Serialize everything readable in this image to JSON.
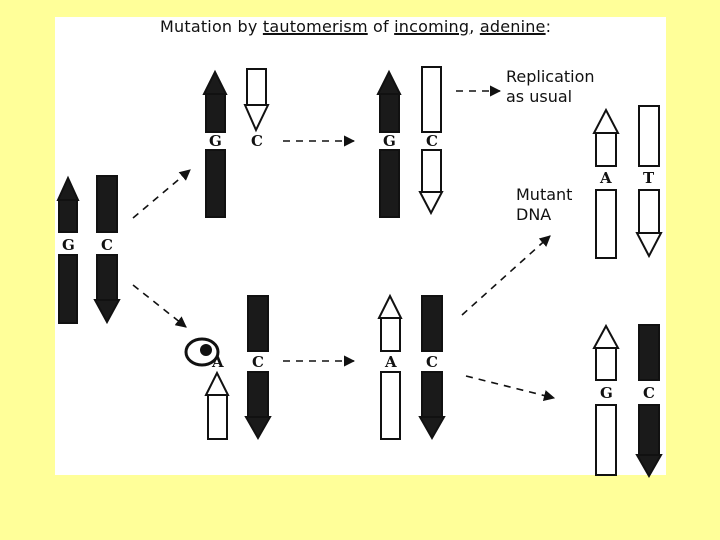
{
  "title": {
    "prefix": "Mutation by ",
    "word1": "tautomerism",
    "mid": " of ",
    "word2": "incoming",
    "word3": "adenine"
  },
  "notes": {
    "replication_line1": "Replication",
    "replication_line2": "as usual",
    "mutant_line1": "Mutant",
    "mutant_line2": "DNA"
  },
  "bases": {
    "parent_left": "G",
    "parent_right": "C",
    "top1_left": "G",
    "top1_right": "C",
    "top2_left": "G",
    "top2_right": "C",
    "bot1_left": "A",
    "bot1_right": "C",
    "bot2_left": "A",
    "bot2_right": "C",
    "mutant_left": "A",
    "mutant_right": "T",
    "final_left": "G",
    "final_right": "C"
  },
  "colors": {
    "background": "#ffff99",
    "panel": "#ffffff",
    "strand_dark": "#1a1a1a"
  }
}
